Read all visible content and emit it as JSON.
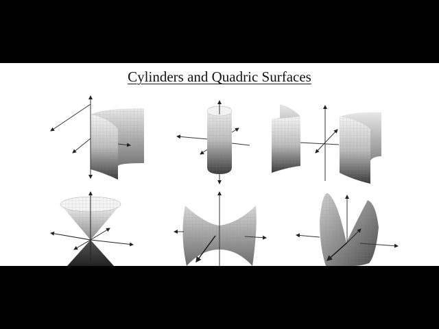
{
  "slide": {
    "title": "Cylinders and Quadric Surfaces",
    "background": "#ffffff",
    "letterbox_color": "#000000"
  },
  "figures": [
    {
      "id": "parabolic-cylinder-partial",
      "row": 1,
      "col": 1,
      "description": "Partial cylindrical surface (open curved sheet) with 3D axes"
    },
    {
      "id": "circular-cylinder",
      "row": 1,
      "col": 2,
      "description": "Circular cylinder with 3D axes"
    },
    {
      "id": "hyperbolic-cylinder",
      "row": 1,
      "col": 3,
      "description": "Two curved sheets (hyperbolic cylinder) with 3D axes"
    },
    {
      "id": "double-cone",
      "row": 2,
      "col": 1,
      "description": "Elliptic double cone with 3D axes"
    },
    {
      "id": "hyperboloid-one-sheet",
      "row": 2,
      "col": 2,
      "description": "Hyperboloid of one sheet with 3D axes"
    },
    {
      "id": "hyperbolic-paraboloid",
      "row": 2,
      "col": 3,
      "description": "Saddle surface (hyperbolic paraboloid) with 3D axes"
    }
  ]
}
